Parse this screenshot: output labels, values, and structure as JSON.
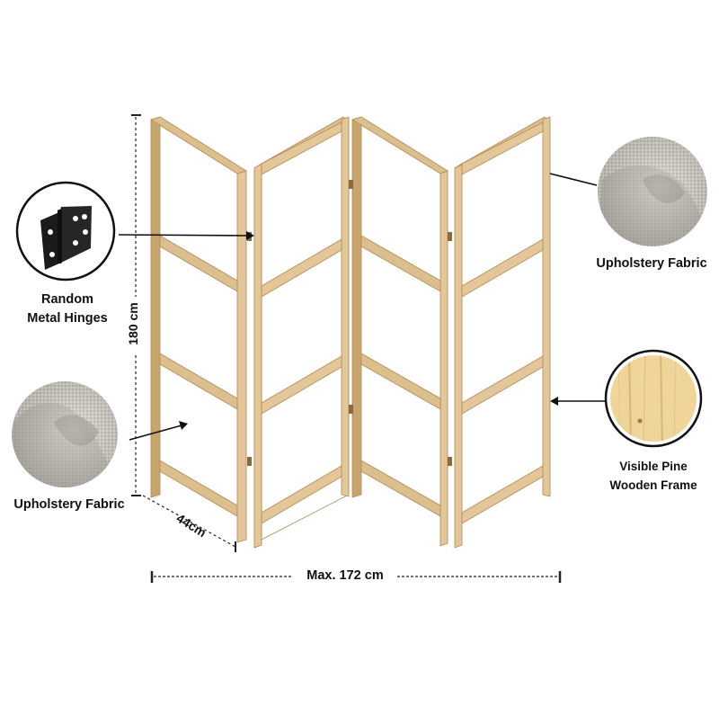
{
  "labels": {
    "hinges_line1": "Random",
    "hinges_line2": "Metal Hinges",
    "fabric_left": "Upholstery Fabric",
    "fabric_right": "Upholstery Fabric",
    "pine_line1": "Visible Pine",
    "pine_line2": "Wooden Frame"
  },
  "dimensions": {
    "height": "180 cm",
    "depth": "44cm",
    "width": "Max. 172 cm"
  },
  "colors": {
    "frame_front": "#e3c79a",
    "frame_side": "#c9a46d",
    "fabric": "#c9c5bd",
    "pine": "#f0d59a",
    "hinge": "#1b1b1b"
  }
}
